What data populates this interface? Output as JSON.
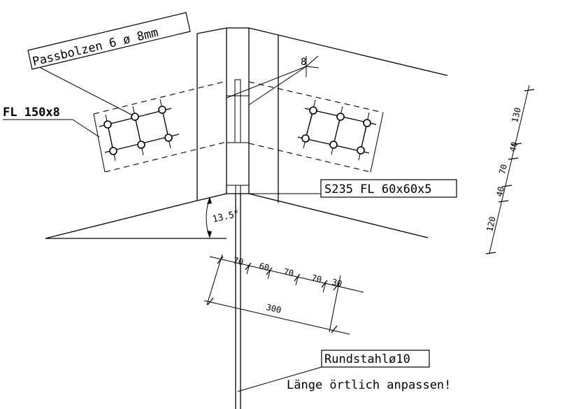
{
  "labels": {
    "passbolzen": "Passbolzen 6 ø 8mm",
    "fl_150x8": "FL 150x8",
    "s235": "S235 FL 60x60x5",
    "rundstahl": "Rundstahlø10",
    "laenge": "Länge örtlich anpassen!",
    "weld": "8",
    "angle": "13.5°"
  },
  "dims_horizontal": {
    "d1": "70",
    "d2": "60",
    "d3": "70",
    "d4": "70",
    "d5": "30",
    "total": "300"
  },
  "dims_vertical": {
    "v1": "130",
    "v2": "40",
    "v3": "70",
    "v4": "40",
    "v5": "120"
  },
  "colors": {
    "line": "#000000",
    "background": "#ffffff"
  }
}
